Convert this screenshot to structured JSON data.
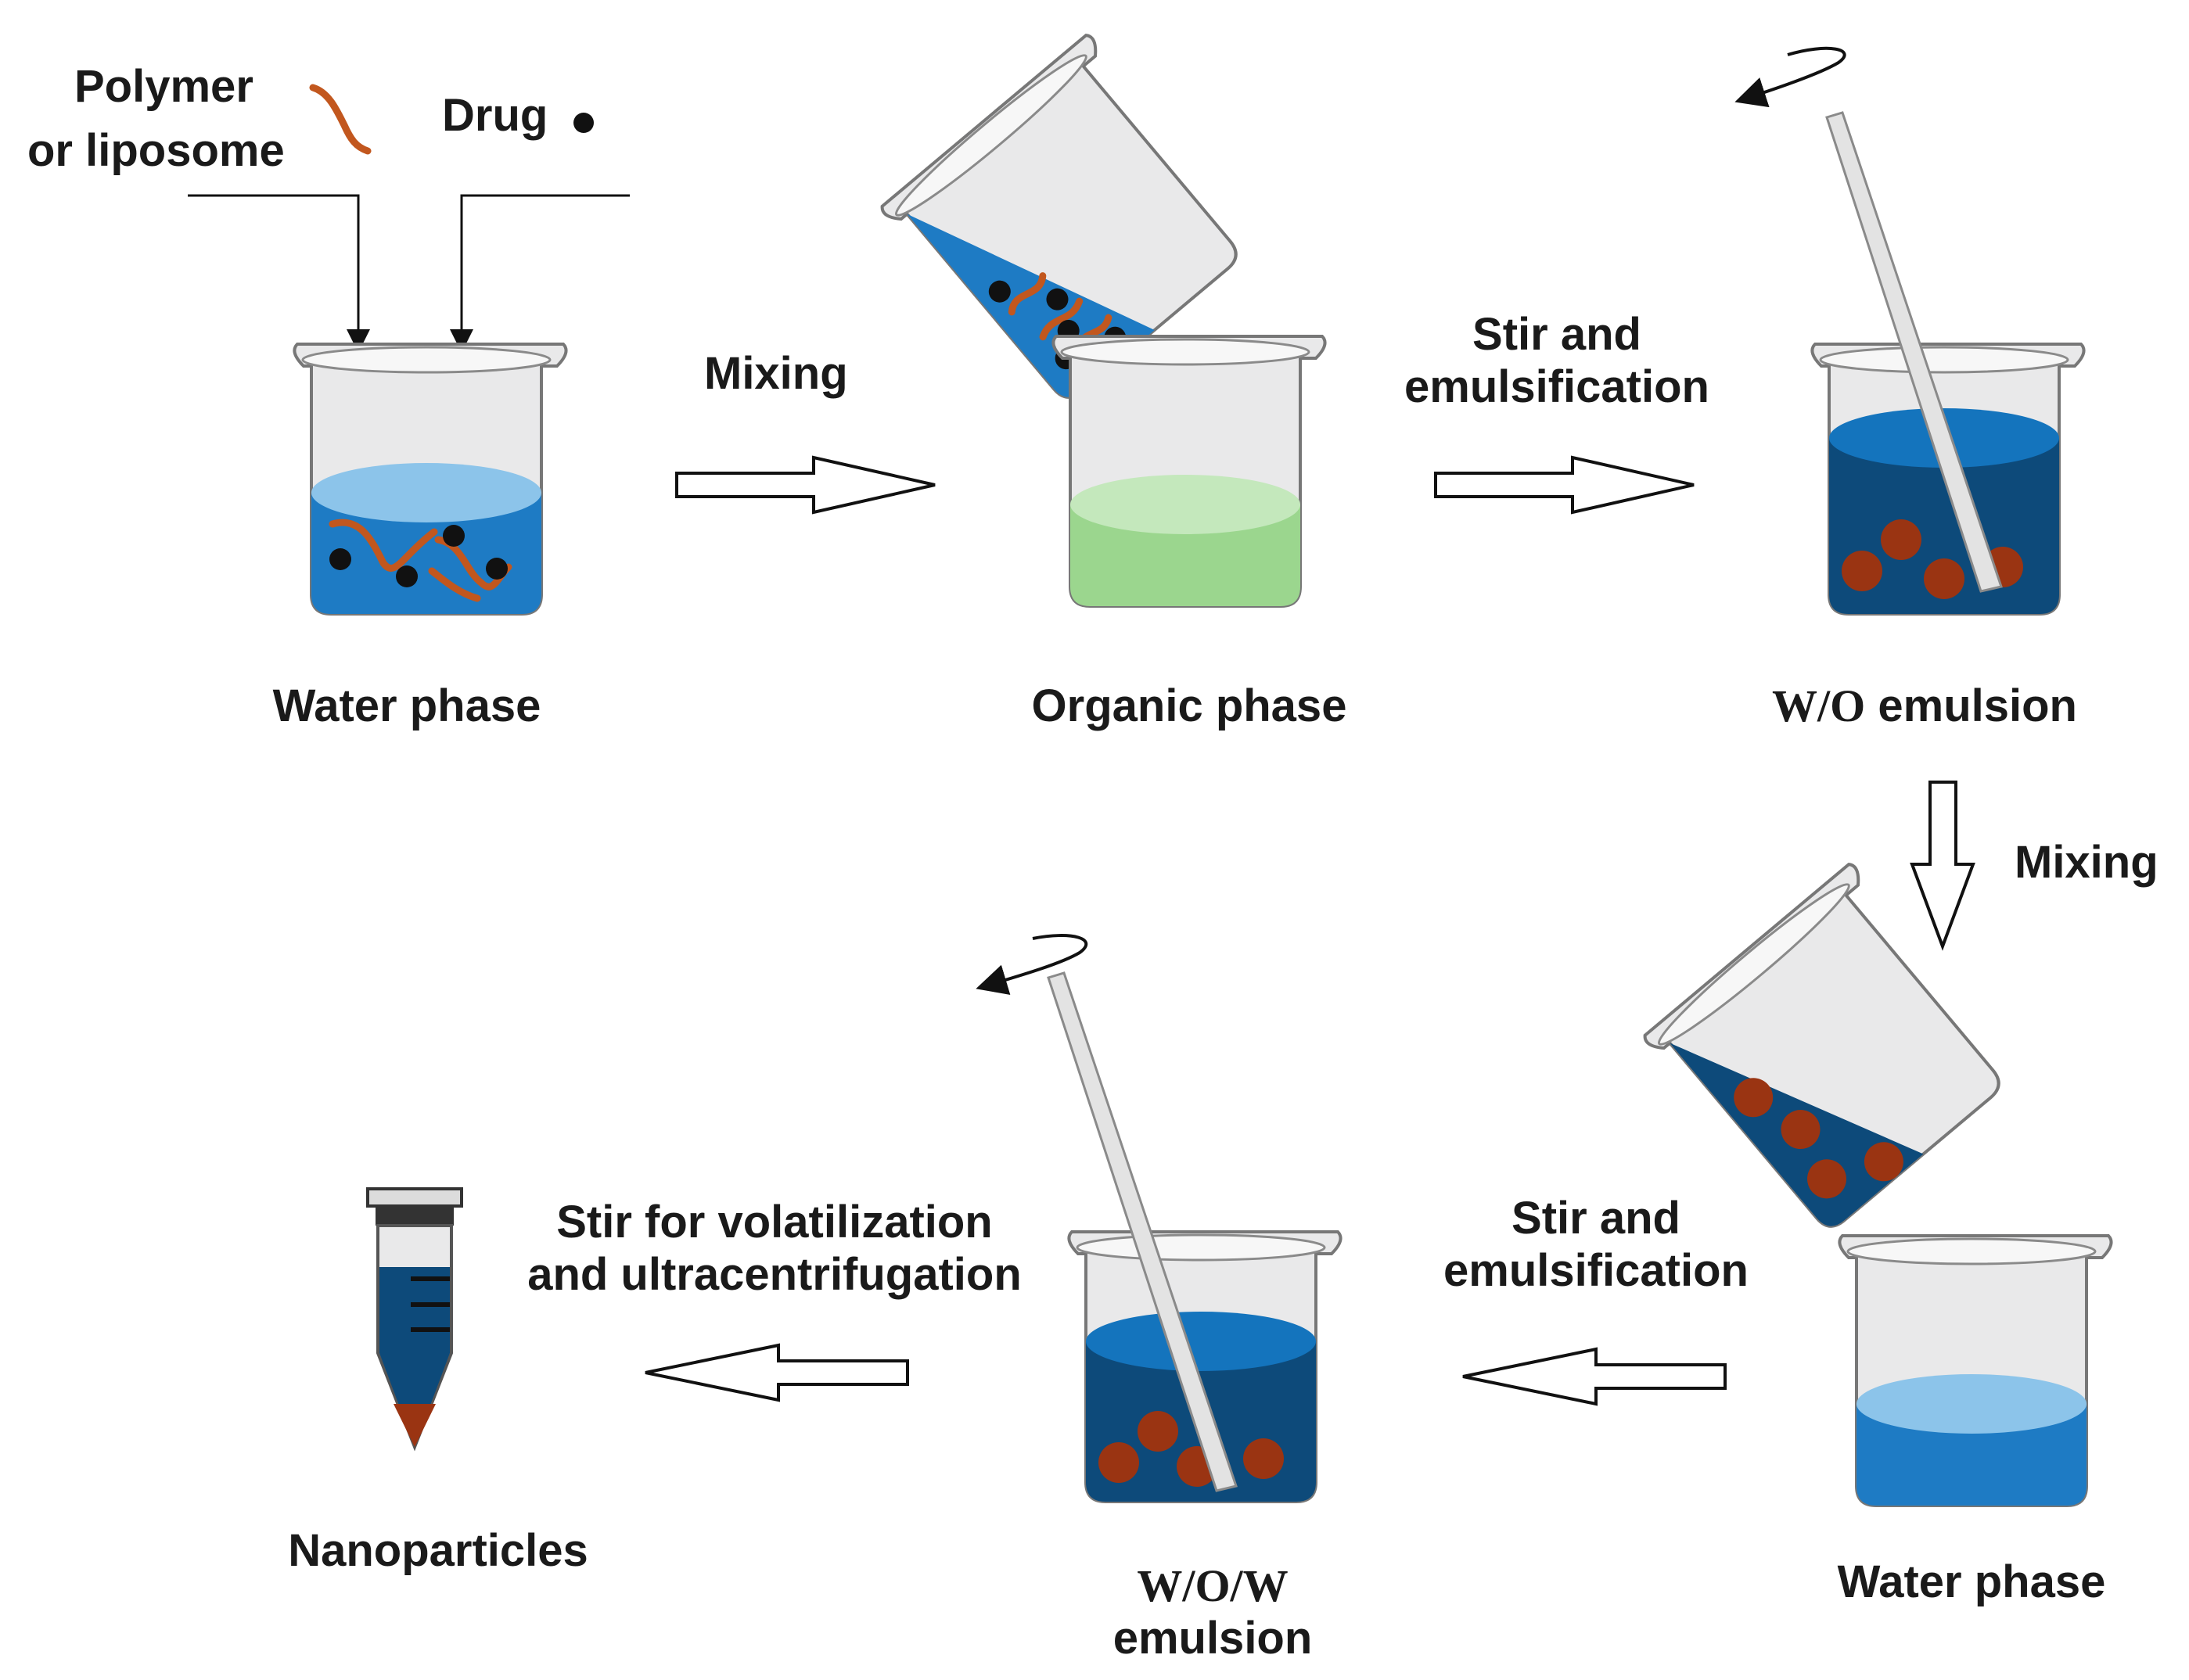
{
  "labels": {
    "polymer": "Polymer",
    "or_liposome": "or liposome",
    "drug": "Drug",
    "mixing_1": "Mixing",
    "stir_1_line1": "Stir and",
    "stir_1_line2": "emulsification",
    "water_phase_1": "Water phase",
    "organic_phase": "Organic phase",
    "wo_emulsion_prefix": "W/O",
    "wo_emulsion_suffix": " emulsion",
    "mixing_2": "Mixing",
    "stir_2_line1": "Stir and",
    "stir_2_line2": "emulsification",
    "stir_3_line1": "Stir for volatilization",
    "stir_3_line2": "and ultracentrifugation",
    "nanoparticles": "Nanoparticles",
    "wow_line1": "W/O/W",
    "wow_line2": "emulsion",
    "water_phase_2": "Water phase"
  },
  "colors": {
    "water_blue": "#1e7bc4",
    "water_top": "#8cc4ea",
    "organic_green": "#9bd68e",
    "organic_top": "#c4e8bc",
    "dark_emulsion": "#0d4a7a",
    "emulsion_top": "#1474bd",
    "particle": "#9a3412",
    "polymer": "#c2571e",
    "drug": "#111111"
  }
}
